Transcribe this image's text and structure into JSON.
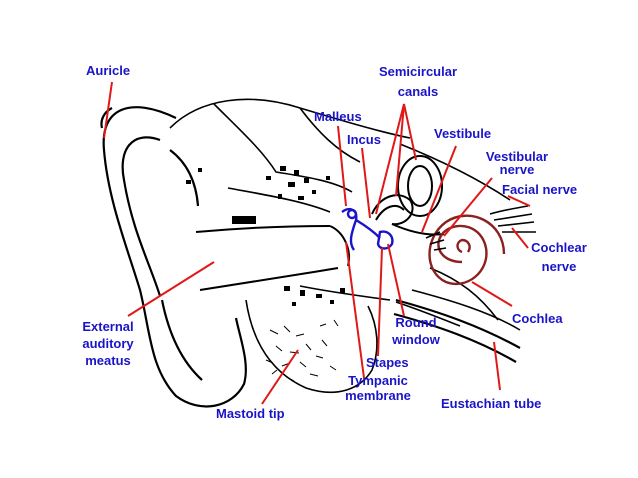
{
  "colors": {
    "label_text": "#1a14c8",
    "leader_line": "#e01818",
    "ossicles": "#1a14c8",
    "cochlea": "#8b2020",
    "outline": "#000000",
    "background": "#ffffff"
  },
  "labels": {
    "auricle": "Auricle",
    "semicircular_line1": "Semicircular",
    "semicircular_line2": "canals",
    "malleus": "Malleus",
    "incus": "Incus",
    "vestibule": "Vestibule",
    "vestibular_line1": "Vestibular",
    "vestibular_line2": "nerve",
    "facial_nerve": "Facial nerve",
    "cochlear_line1": "Cochlear",
    "cochlear_line2": "nerve",
    "cochlea": "Cochlea",
    "external_line1": "External",
    "external_line2": "auditory",
    "external_line3": "meatus",
    "round_window_line1": "Round",
    "round_window_line2": "window",
    "stapes": "Stapes",
    "tympanic_line1": "Tympanic",
    "tympanic_line2": "membrane",
    "mastoid_tip": "Mastoid tip",
    "eustachian_tube": "Eustachian tube"
  }
}
